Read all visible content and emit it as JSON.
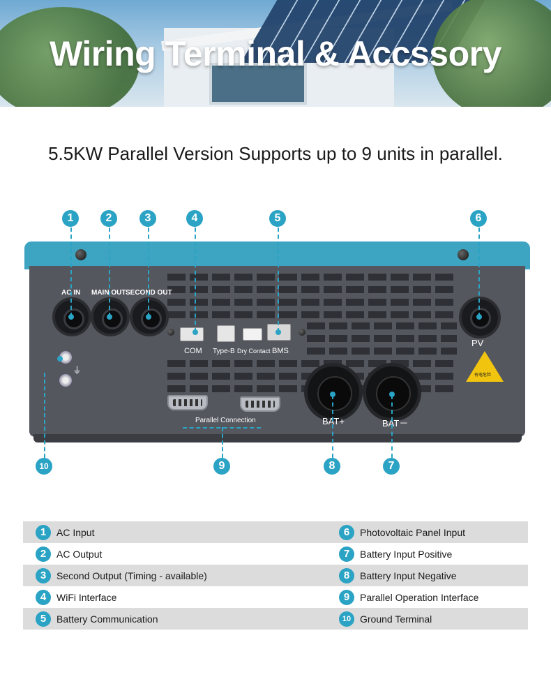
{
  "banner": {
    "title": "Wiring Terminal & Accssory"
  },
  "subtitle": "5.5KW Parallel Version Supports up to 9 units in parallel.",
  "device_labels": {
    "ac_in": "AC IN",
    "main_out": "MAIN OUT",
    "second_out": "SECOND OUT",
    "com": "COM",
    "type_b": "Type-B",
    "dry_contact": "Dry Contact",
    "bms": "BMS",
    "pv": "PV",
    "parallel_connection": "Parallel Connection",
    "bat_pos": "BAT+",
    "bat_neg": "BAT－",
    "ground_symbol": "⏚",
    "warning_text": "有电危险"
  },
  "markers": [
    "1",
    "2",
    "3",
    "4",
    "5",
    "6",
    "7",
    "8",
    "9",
    "10"
  ],
  "legend": {
    "left": [
      {
        "num": "1",
        "label": "AC Input"
      },
      {
        "num": "2",
        "label": "AC Output"
      },
      {
        "num": "3",
        "label": "Second Output (Timing - available)"
      },
      {
        "num": "4",
        "label": "WiFi Interface"
      },
      {
        "num": "5",
        "label": "Battery Communication"
      }
    ],
    "right": [
      {
        "num": "6",
        "label": "Photovoltaic Panel Input"
      },
      {
        "num": "7",
        "label": "Battery Input Positive"
      },
      {
        "num": "8",
        "label": "Battery Input Negative"
      },
      {
        "num": "9",
        "label": "Parallel Operation Interface"
      },
      {
        "num": "10",
        "label": "Ground Terminal"
      }
    ]
  },
  "colors": {
    "accent": "#2aa3c4",
    "lid": "#3da4c1",
    "body": "#55575f",
    "row_shade": "#dcdcdc"
  }
}
